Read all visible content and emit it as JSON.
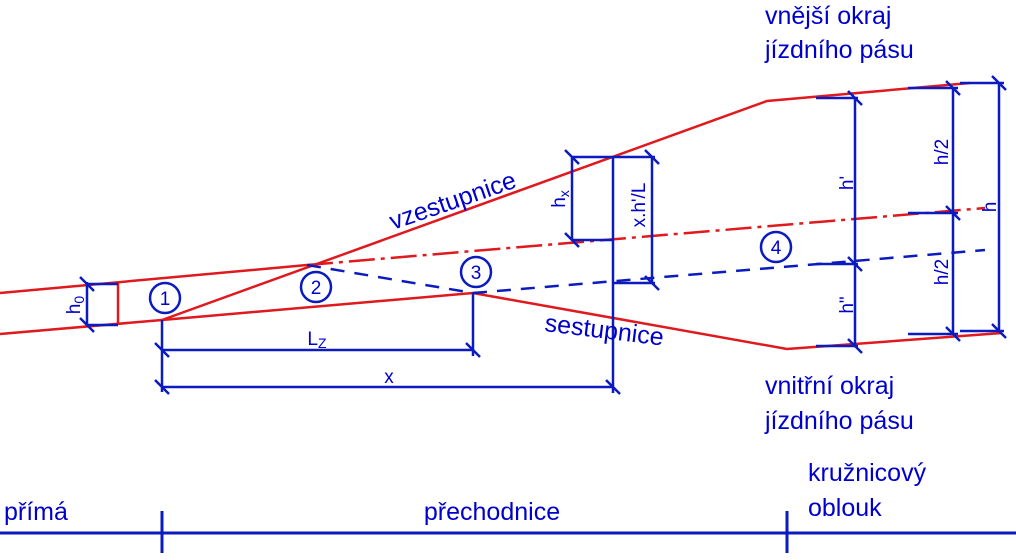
{
  "labels": {
    "outer_edge_line1": "vnější okraj",
    "outer_edge_line2": "jízdního pásu",
    "inner_edge_line1": "vnitřní okraj",
    "inner_edge_line2": "jízdního pásu",
    "ascending": "vzestupnice",
    "descending": "sestupnice",
    "h0_main": "h",
    "h0_sub": "0",
    "hx_main": "h",
    "hx_sub": "x",
    "xhL": "x.h'/L",
    "h_prime": "h'",
    "h_double_prime": "h\"",
    "h_half_top": "h/2",
    "h_half_bottom": "h/2",
    "h": "h",
    "lz_main": "L",
    "lz_sub": "Z",
    "x": "x"
  },
  "points": [
    "1",
    "2",
    "3",
    "4"
  ],
  "sections": {
    "straight": "přímá",
    "transition": "přechodnice",
    "circular_line1": "kružnicový",
    "circular_line2": "oblouk"
  },
  "colors": {
    "edge_lines": "#e0191e",
    "dimensions": "#0b1bbf",
    "text": "#0000cc"
  }
}
